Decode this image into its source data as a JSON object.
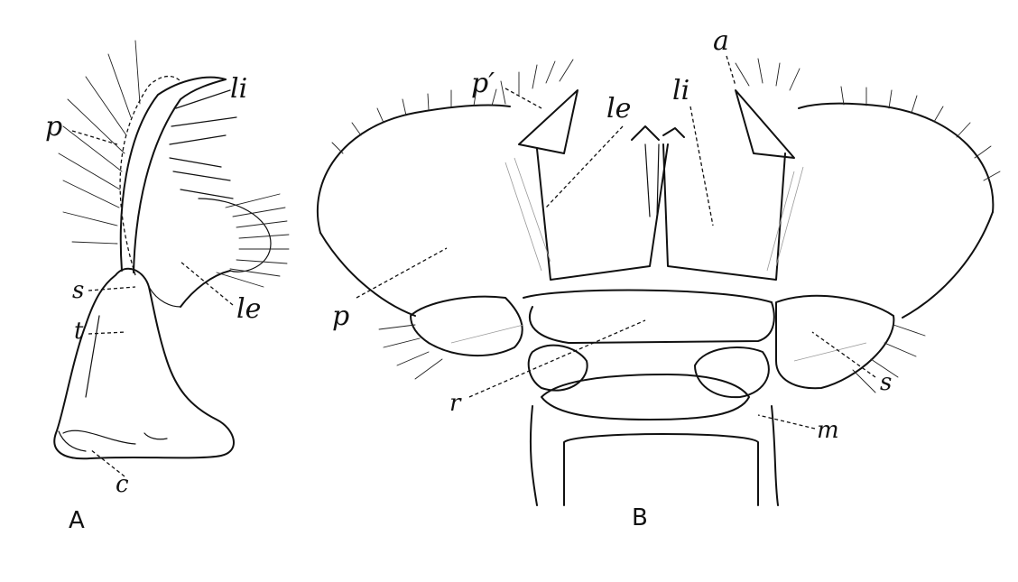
{
  "figure_a": {
    "caption": "A",
    "labels": {
      "p": "p",
      "li": "li",
      "s": "s",
      "t": "t",
      "le": "le",
      "c": "c"
    }
  },
  "figure_b": {
    "caption": "B",
    "labels": {
      "p_prime": "p′",
      "le": "le",
      "li": "li",
      "a": "a",
      "p": "p",
      "r": "r",
      "s": "s",
      "m": "m"
    }
  }
}
